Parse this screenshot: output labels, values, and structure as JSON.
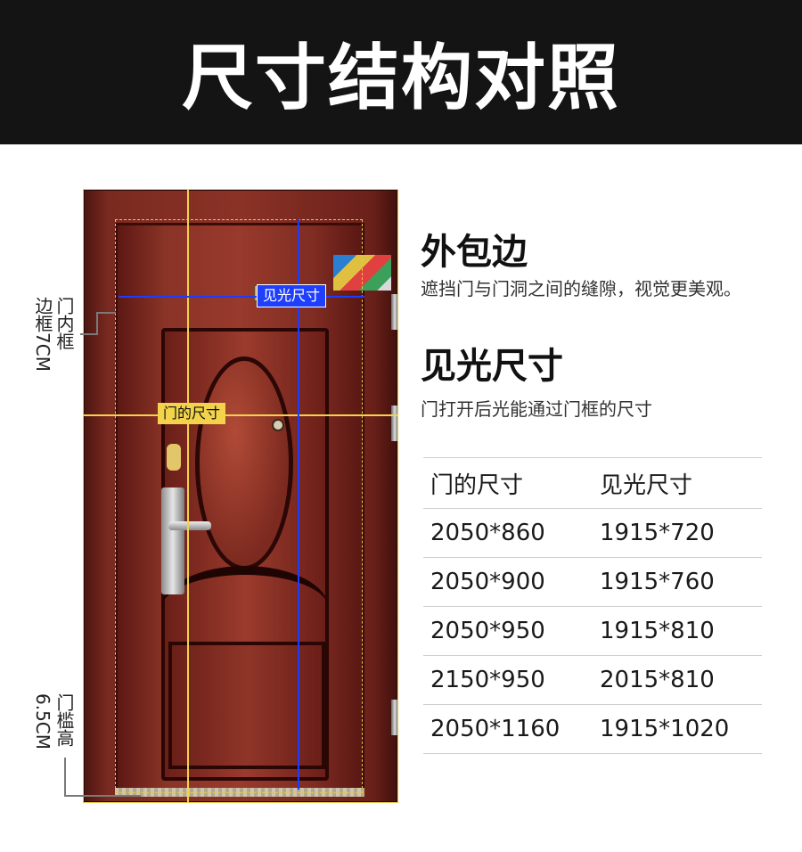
{
  "header": {
    "title": "尺寸结构对照"
  },
  "door": {
    "labels": {
      "light_size_tag": "见光尺寸",
      "door_size_tag": "门的尺寸",
      "inner_frame_label_a": "门内框",
      "inner_frame_label_b": "边框7CM",
      "threshold_label_a": "门槛高",
      "threshold_label_b": "6.5CM"
    }
  },
  "info": {
    "section1": {
      "title": "外包边",
      "desc": "遮挡门与门洞之间的缝隙，视觉更美观。"
    },
    "section2": {
      "title": "见光尺寸",
      "desc": "门打开后光能通过门框的尺寸"
    }
  },
  "table": {
    "headers": [
      "门的尺寸",
      "见光尺寸"
    ],
    "rows": [
      [
        "2050*860",
        "1915*720"
      ],
      [
        "2050*900",
        "1915*760"
      ],
      [
        "2050*950",
        "1915*810"
      ],
      [
        "2150*950",
        "2015*810"
      ],
      [
        "2050*1160",
        "1915*1020"
      ]
    ]
  },
  "colors": {
    "header_bg": "#141414",
    "annotation_yellow": "#f2d34a",
    "annotation_blue": "#1f3fff",
    "door_red": "#8b3226"
  }
}
